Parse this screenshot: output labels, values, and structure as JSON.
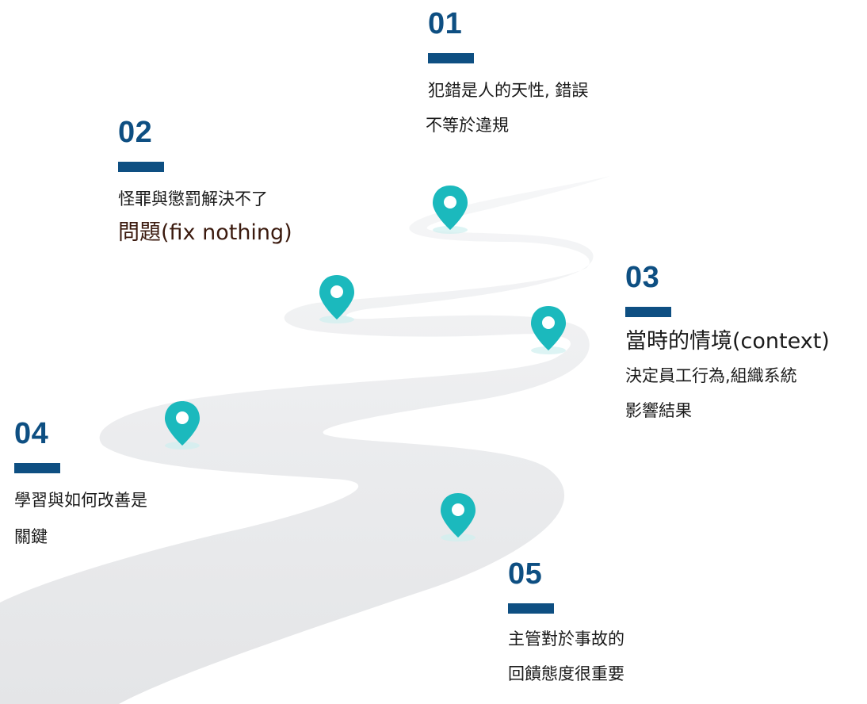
{
  "colors": {
    "accent": "#0e4f82",
    "pin": "#1bb9bd",
    "road": "#ebecee",
    "text": "#1a1a1a",
    "brown_text": "#3b1a0e"
  },
  "steps": [
    {
      "number": "01",
      "lines": [
        "犯錯是人的天性, 錯誤",
        "不等於違規"
      ]
    },
    {
      "number": "02",
      "lines": [
        "怪罪與懲罰解決不了",
        "問題(fix nothing)"
      ]
    },
    {
      "number": "03",
      "lines": [
        "當時的情境(context)",
        "決定員工行為,組織系統",
        "影響結果"
      ]
    },
    {
      "number": "04",
      "lines": [
        "學習與如何改善是",
        "關鍵"
      ]
    },
    {
      "number": "05",
      "lines": [
        "主管對於事故的",
        "回饋態度很重要"
      ]
    }
  ],
  "icons": [
    "map-pin-icon",
    "map-pin-icon",
    "map-pin-icon",
    "map-pin-icon",
    "map-pin-icon"
  ]
}
